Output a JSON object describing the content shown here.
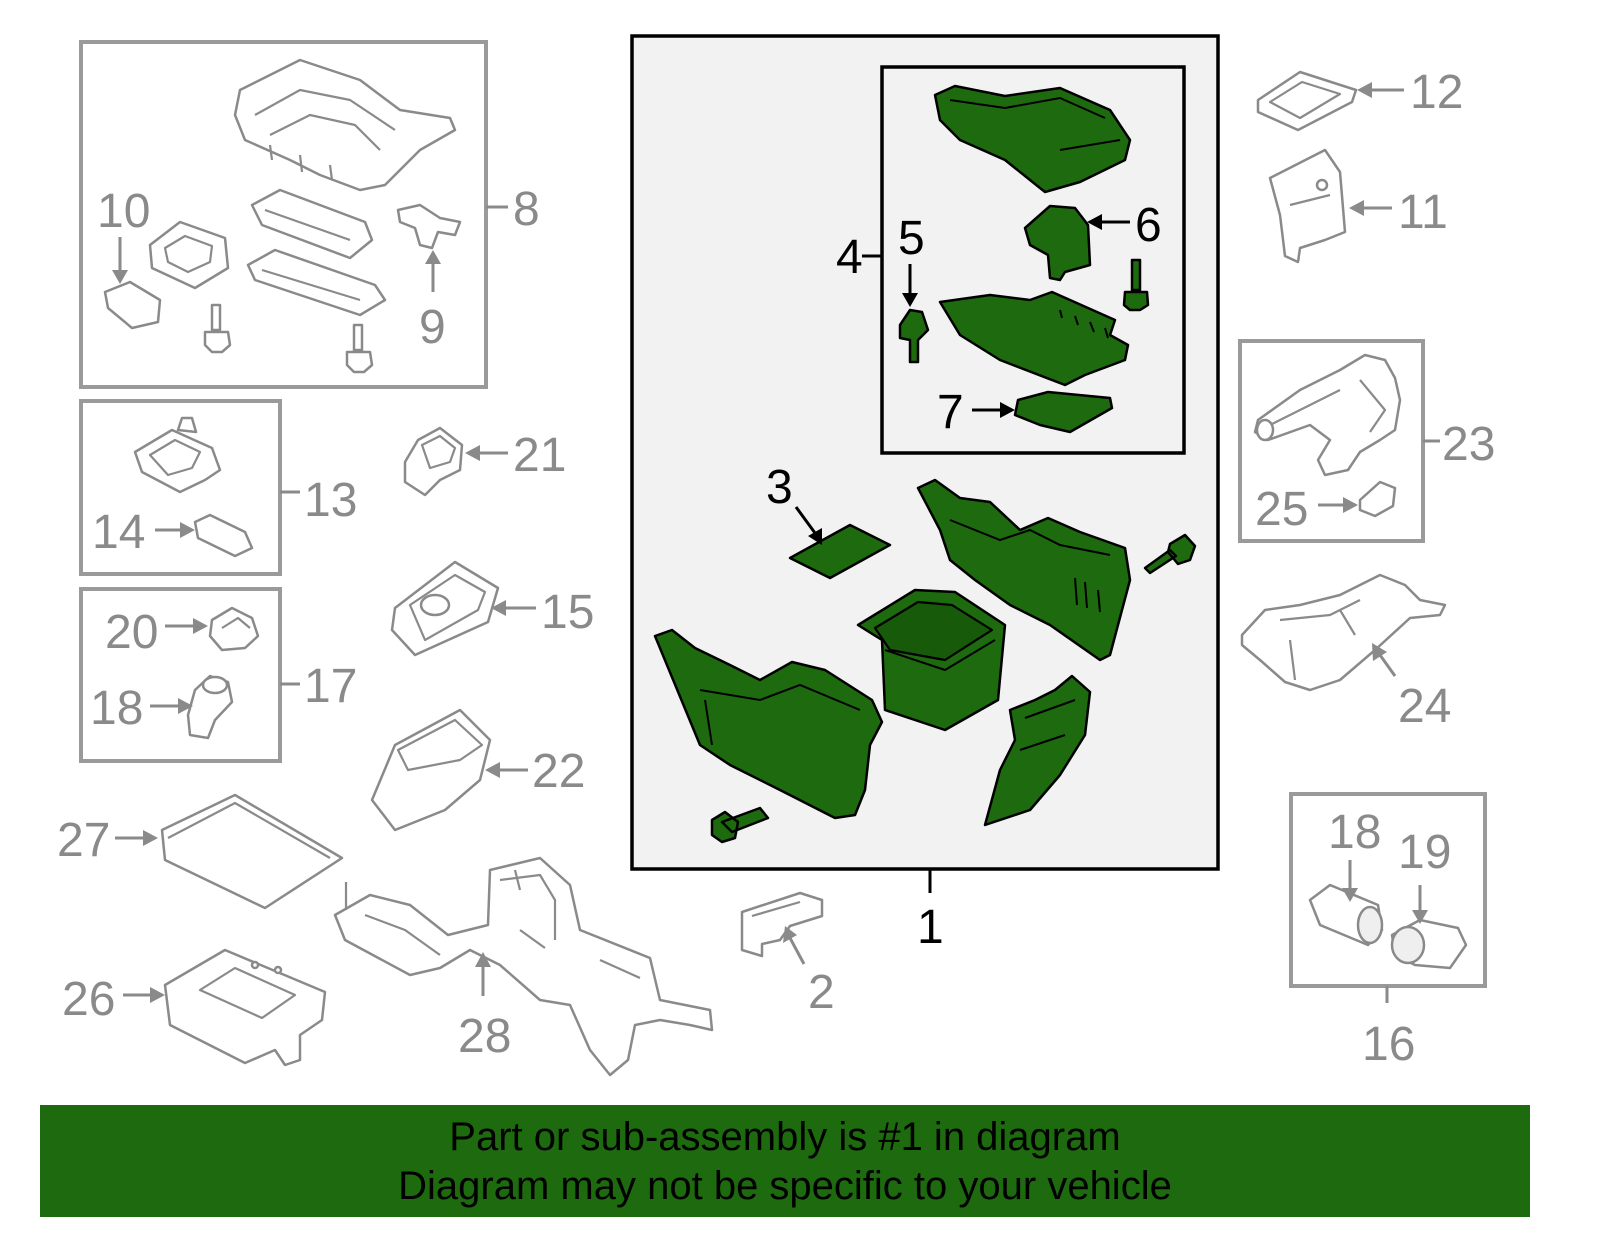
{
  "callouts": {
    "n1": "1",
    "n2": "2",
    "n3": "3",
    "n4": "4",
    "n5": "5",
    "n6": "6",
    "n7": "7",
    "n8": "8",
    "n9": "9",
    "n10": "10",
    "n11": "11",
    "n12": "12",
    "n13": "13",
    "n14": "14",
    "n15": "15",
    "n16": "16",
    "n17": "17",
    "n18a": "18",
    "n18b": "18",
    "n19": "19",
    "n20": "20",
    "n21": "21",
    "n22": "22",
    "n23": "23",
    "n24": "24",
    "n25": "25",
    "n26": "26",
    "n27": "27",
    "n28": "28"
  },
  "banner": {
    "line1": "Part or sub-assembly is #1 in diagram",
    "line2": "Diagram may not be specific to your vehicle"
  },
  "colors": {
    "highlight_green": "#1d6b0e",
    "outline_gray": "#8a8a8a",
    "box_gray": "#9a9a9a"
  }
}
